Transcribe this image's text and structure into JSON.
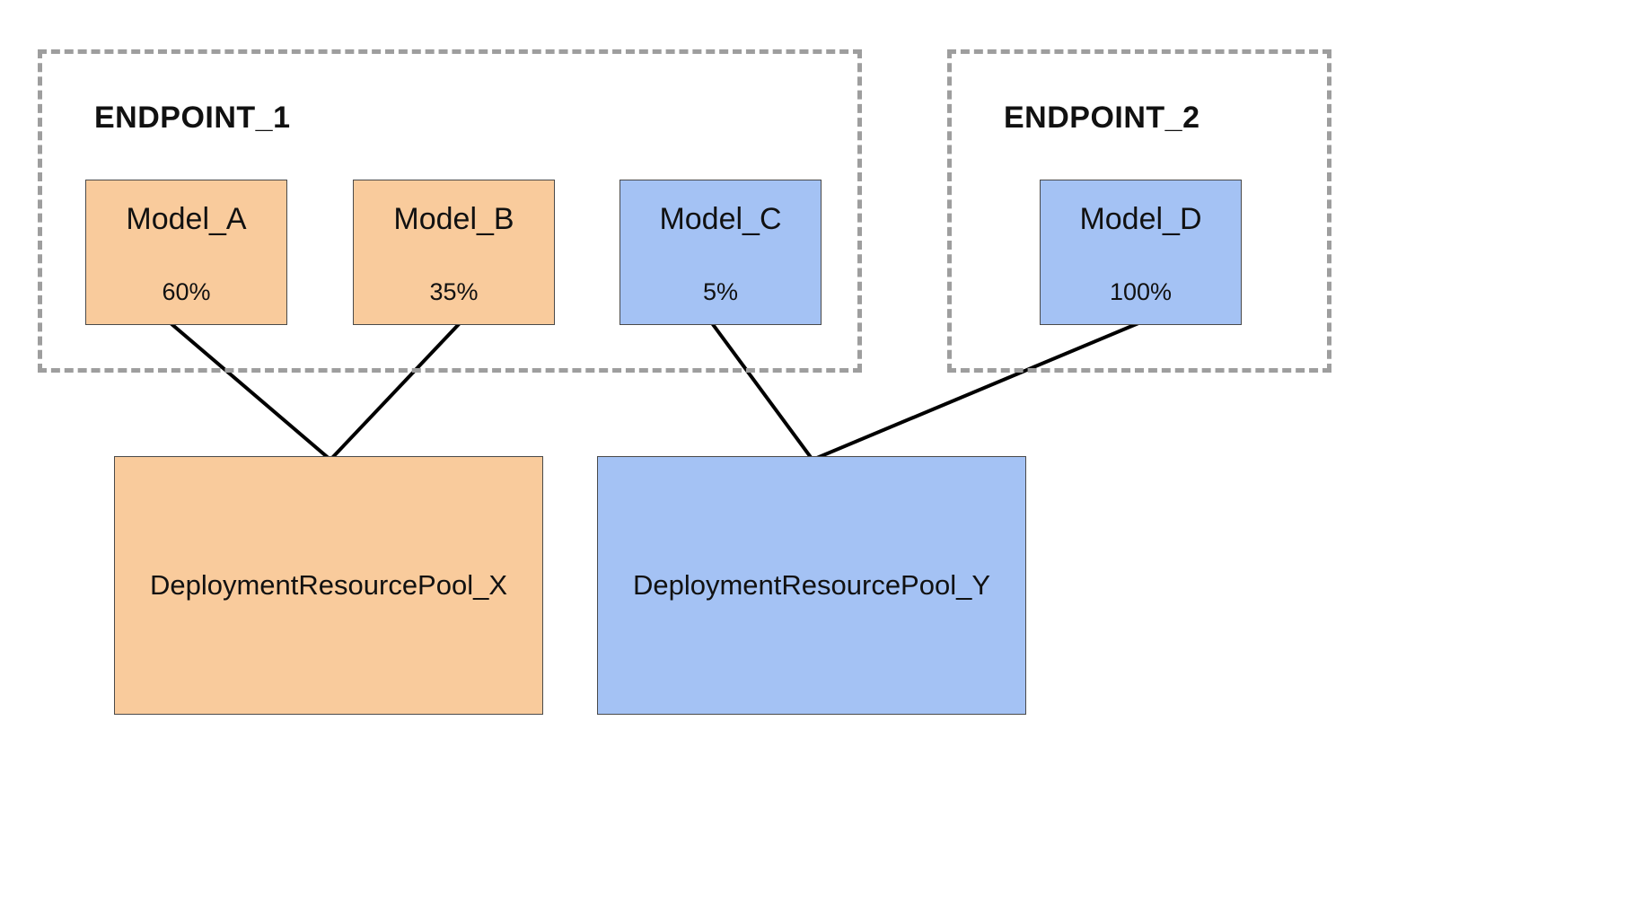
{
  "diagram": {
    "endpoints": [
      {
        "label": "ENDPOINT_1"
      },
      {
        "label": "ENDPOINT_2"
      }
    ],
    "models": [
      {
        "name": "Model_A",
        "traffic": "60%"
      },
      {
        "name": "Model_B",
        "traffic": "35%"
      },
      {
        "name": "Model_C",
        "traffic": "5%"
      },
      {
        "name": "Model_D",
        "traffic": "100%"
      }
    ],
    "pools": [
      {
        "name": "DeploymentResourcePool_X"
      },
      {
        "name": "DeploymentResourcePool_Y"
      }
    ],
    "colors": {
      "model_orange": "#F9CB9C",
      "model_blue": "#A4C2F4",
      "dashed_border": "#9E9E9E",
      "connector_line": "#000000",
      "box_border": "#4A4A4A",
      "background": "#FFFFFF"
    }
  }
}
